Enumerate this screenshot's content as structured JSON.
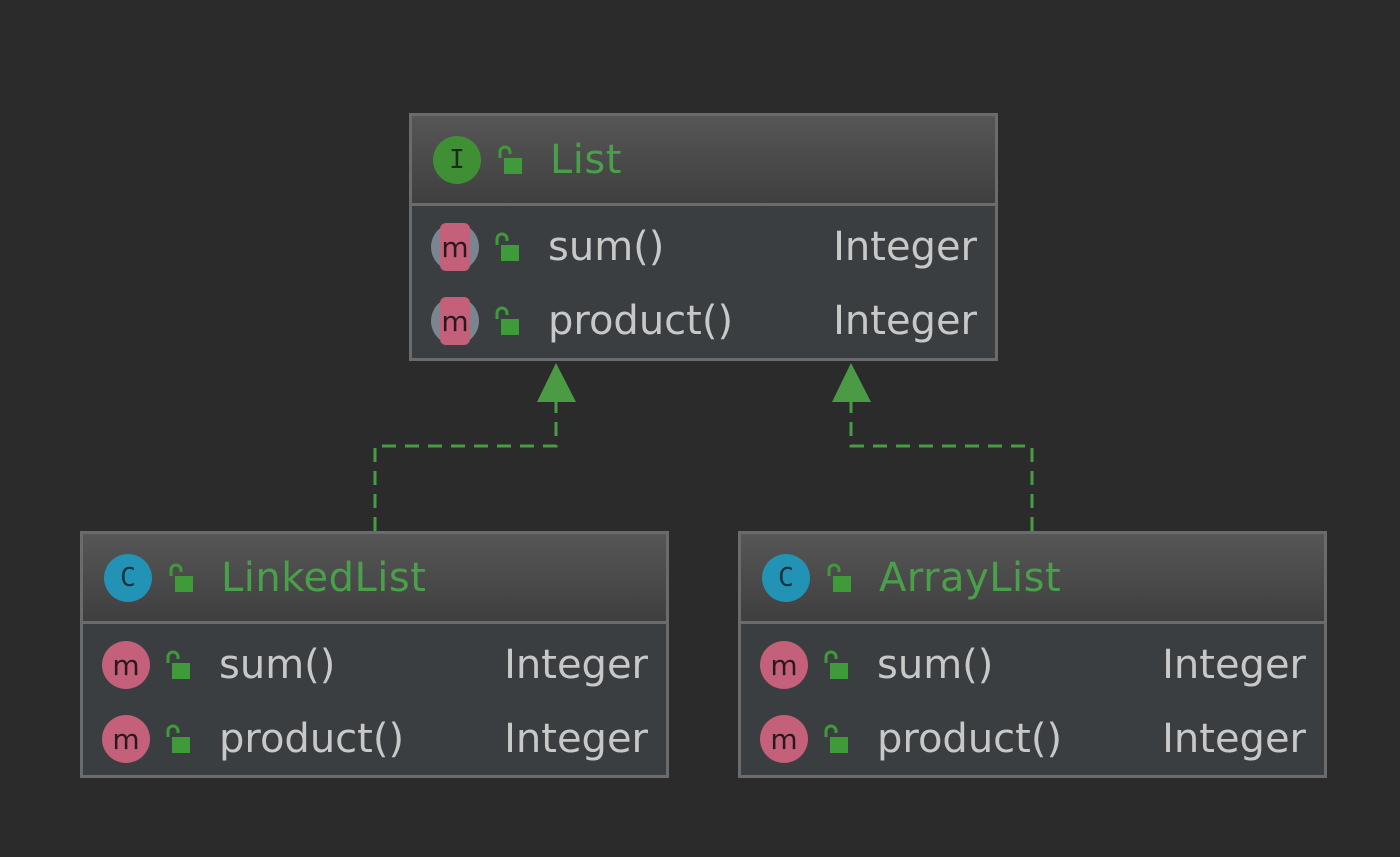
{
  "colors": {
    "background": "#2b2b2b",
    "box_fill": "#3b3e40",
    "box_border": "#6b6b6b",
    "header_text": "#4aa04a",
    "member_text": "#c8c8c8",
    "interface_icon": "#3f8f35",
    "class_icon": "#2293b5",
    "method_icon": "#c4607a",
    "connector": "#4a9b44"
  },
  "diagram": {
    "list": {
      "kind": "interface",
      "kind_letter": "I",
      "name": "List",
      "members": [
        {
          "icon_letter": "m",
          "name": "sum()",
          "type": "Integer"
        },
        {
          "icon_letter": "m",
          "name": "product()",
          "type": "Integer"
        }
      ]
    },
    "linkedlist": {
      "kind": "class",
      "kind_letter": "C",
      "name": "LinkedList",
      "members": [
        {
          "icon_letter": "m",
          "name": "sum()",
          "type": "Integer"
        },
        {
          "icon_letter": "m",
          "name": "product()",
          "type": "Integer"
        }
      ]
    },
    "arraylist": {
      "kind": "class",
      "kind_letter": "C",
      "name": "ArrayList",
      "members": [
        {
          "icon_letter": "m",
          "name": "sum()",
          "type": "Integer"
        },
        {
          "icon_letter": "m",
          "name": "product()",
          "type": "Integer"
        }
      ]
    },
    "relations": [
      {
        "from": "LinkedList",
        "to": "List",
        "type": "realization"
      },
      {
        "from": "ArrayList",
        "to": "List",
        "type": "realization"
      }
    ]
  }
}
